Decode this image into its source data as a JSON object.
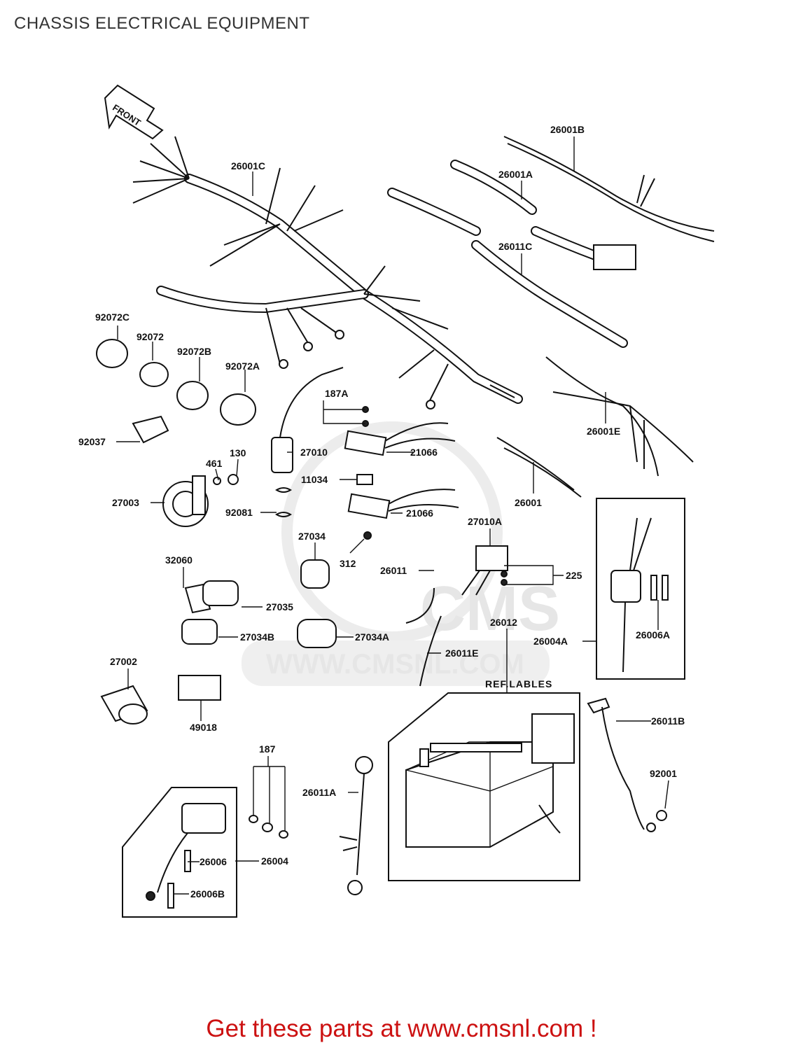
{
  "title": "CHASSIS ELECTRICAL EQUIPMENT",
  "front_marker": "FRONT",
  "watermark": {
    "logo_text": "CMS",
    "site_text": "WWW.CMSNL.COM"
  },
  "battery_label": "REF.LABLES",
  "part_numbers": {
    "p26001B": "26001B",
    "p26001C": "26001C",
    "p26001A": "26001A",
    "p26011C": "26011C",
    "p92072C": "92072C",
    "p92072": "92072",
    "p92072B": "92072B",
    "p92072A": "92072A",
    "p187A": "187A",
    "p26001E": "26001E",
    "p92037": "92037",
    "p27010": "27010",
    "p21066a": "21066",
    "p461": "461",
    "p130": "130",
    "p11034": "11034",
    "p27003": "27003",
    "p92081": "92081",
    "p21066b": "21066",
    "p26001": "26001",
    "p27010A": "27010A",
    "p27034": "27034",
    "p312": "312",
    "p32060": "32060",
    "p26011": "26011",
    "p225": "225",
    "p27035": "27035",
    "p26012": "26012",
    "p26004A": "26004A",
    "p26006A": "26006A",
    "p27034B": "27034B",
    "p27034A": "27034A",
    "p26011E": "26011E",
    "p27002": "27002",
    "p49018": "49018",
    "p26011B": "26011B",
    "p187": "187",
    "p92001": "92001",
    "p26011A": "26011A",
    "p26006": "26006",
    "p26004": "26004",
    "p26006B": "26006B"
  },
  "footer": "Get these parts at www.cmsnl.com !"
}
